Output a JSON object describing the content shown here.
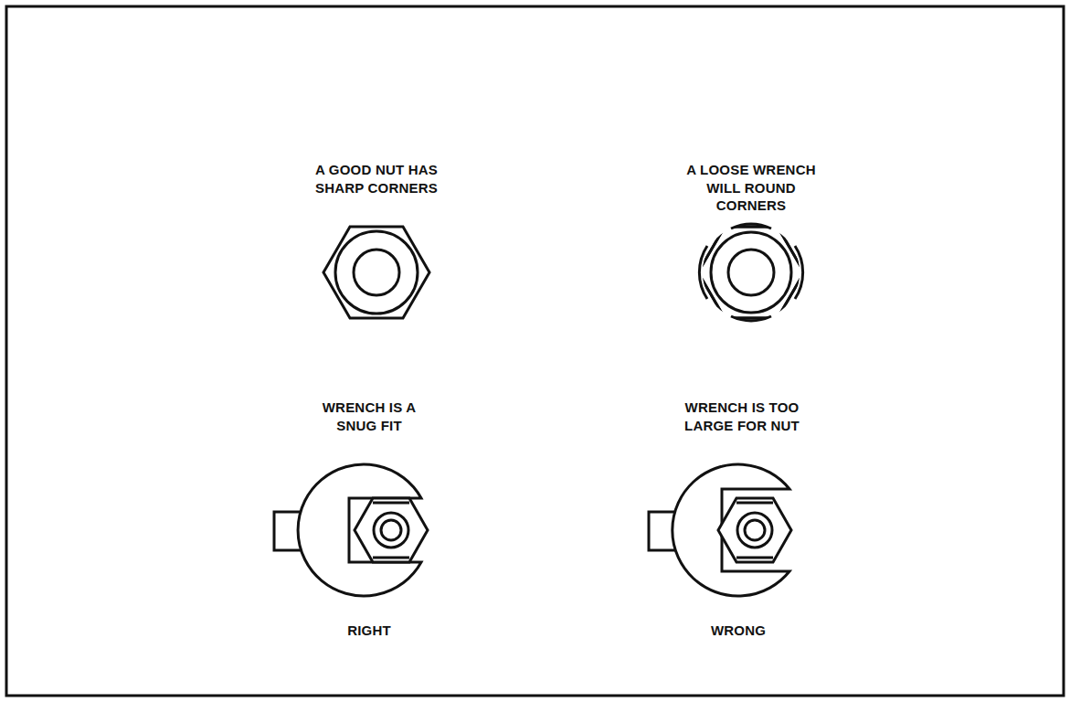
{
  "diagram": {
    "labels": [
      "A GOOD NUT HAS SHARP CORNERS",
      "A LOOSE WRENCH WILL ROUND CORNERS",
      "WRENCH IS A SNUG FIT",
      "WRENCH IS TOO LARGE FOR NUT",
      "RIGHT",
      "WRONG"
    ]
  }
}
